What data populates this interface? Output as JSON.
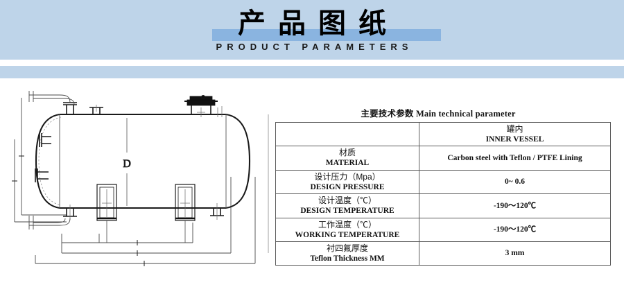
{
  "header": {
    "title_cn": "产品图纸",
    "title_en": "PRODUCT PARAMETERS",
    "band_color": "#bed4e9",
    "highlight_color": "#8ab4e0"
  },
  "drawing": {
    "name": "horizontal-pressure-vessel-drawing",
    "diameter_label": "D"
  },
  "table": {
    "title_cn": "主要技术参数",
    "title_en": "Main technical parameter",
    "header": {
      "label": "",
      "value_cn": "罐内",
      "value_en": "INNER VESSEL"
    },
    "rows": [
      {
        "label_cn": "材质",
        "label_en": "MATERIAL",
        "value": "Carbon steel with Teflon / PTFE Lining"
      },
      {
        "label_cn": "设计压力（Mpa）",
        "label_en": "DESIGN PRESSURE",
        "value": "0~ 0.6"
      },
      {
        "label_cn": "设计温度（℃）",
        "label_en": "DESIGN TEMPERATURE",
        "value": "-190～120℃"
      },
      {
        "label_cn": "工作温度（℃）",
        "label_en": "WORKING TEMPERATURE",
        "value": "-190～120℃"
      },
      {
        "label_cn": "衬四氟厚度",
        "label_en": "Teflon Thickness MM",
        "value": "3 mm"
      }
    ]
  }
}
